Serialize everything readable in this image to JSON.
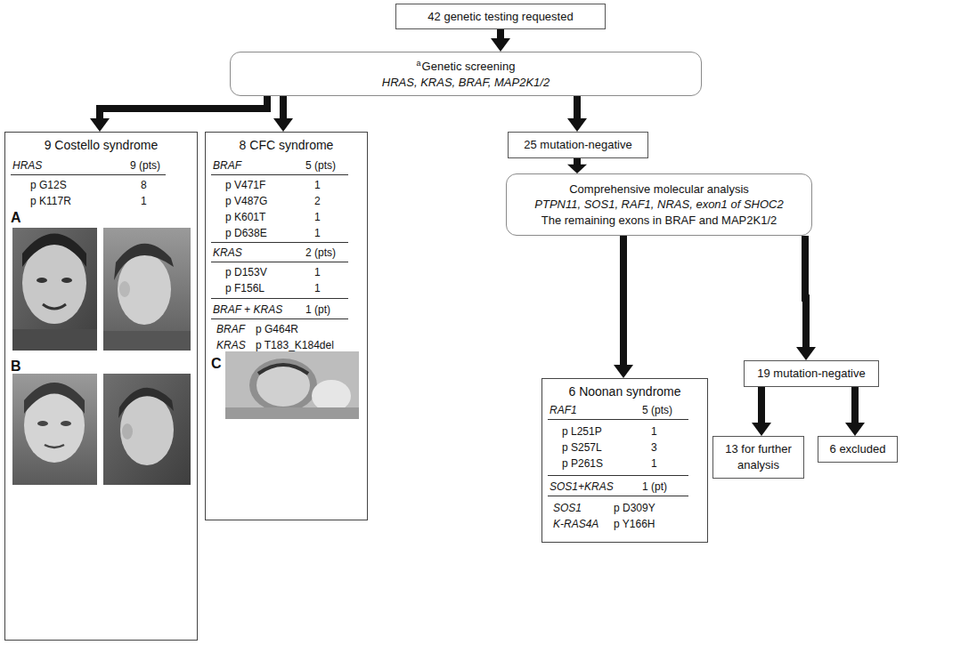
{
  "diagram": {
    "nodes": [
      {
        "text": [
          "42 genetic testing requested"
        ]
      },
      {
        "text": [
          "a",
          "Genetic screening",
          "HRAS, KRAS, BRAF, MAP2K1/2"
        ]
      },
      {
        "text": [
          "9 Costello syndrome",
          "HRAS",
          "9 (pts)",
          "p G12S",
          "8",
          "p K117R",
          "1",
          "A",
          "B"
        ]
      },
      {
        "text": [
          "8 CFC syndrome",
          "BRAF",
          "5 (pts)",
          "p V471F",
          "1",
          "p V487G",
          "2",
          "p K601T",
          "1",
          "p D638E",
          "1",
          "KRAS",
          "2 (pts)",
          "p D153V",
          "1",
          "p F156L",
          "1",
          "BRAF + KRAS",
          "1 (pt)",
          "BRAF",
          "p G464R",
          "KRAS",
          "p T183_K184del",
          "C"
        ]
      },
      {
        "text": [
          "25 mutation-negative"
        ]
      },
      {
        "text": [
          "Comprehensive molecular analysis",
          "PTPN11, SOS1, RAF1, NRAS, exon1 of SHOC2",
          "The remaining exons in BRAF and MAP2K1/2"
        ]
      },
      {
        "text": [
          "6 Noonan syndrome",
          "RAF1",
          "5 (pts)",
          "p L251P",
          "1",
          "p S257L",
          "3",
          "p P261S",
          "1",
          "SOS1+KRAS",
          "1 (pt)",
          "SOS1",
          "p D309Y",
          "K-RAS4A",
          "p Y166H"
        ]
      },
      {
        "text": [
          "19 mutation-negative"
        ]
      },
      {
        "text": [
          "13 for further analysis"
        ]
      },
      {
        "text": [
          "6 excluded"
        ]
      }
    ],
    "edges": [
      {
        "from": 0,
        "to": 1,
        "arrow": "to"
      },
      {
        "from": 1,
        "to": 2,
        "arrow": "to"
      },
      {
        "from": 1,
        "to": 3,
        "arrow": "to"
      },
      {
        "from": 1,
        "to": 4,
        "arrow": "to"
      },
      {
        "from": 4,
        "to": 5,
        "arrow": "to"
      },
      {
        "from": 5,
        "to": 6,
        "arrow": "to"
      },
      {
        "from": 5,
        "to": 7,
        "arrow": "to"
      },
      {
        "from": 7,
        "to": 8,
        "arrow": "to"
      },
      {
        "from": 7,
        "to": 9,
        "arrow": "to"
      }
    ]
  }
}
